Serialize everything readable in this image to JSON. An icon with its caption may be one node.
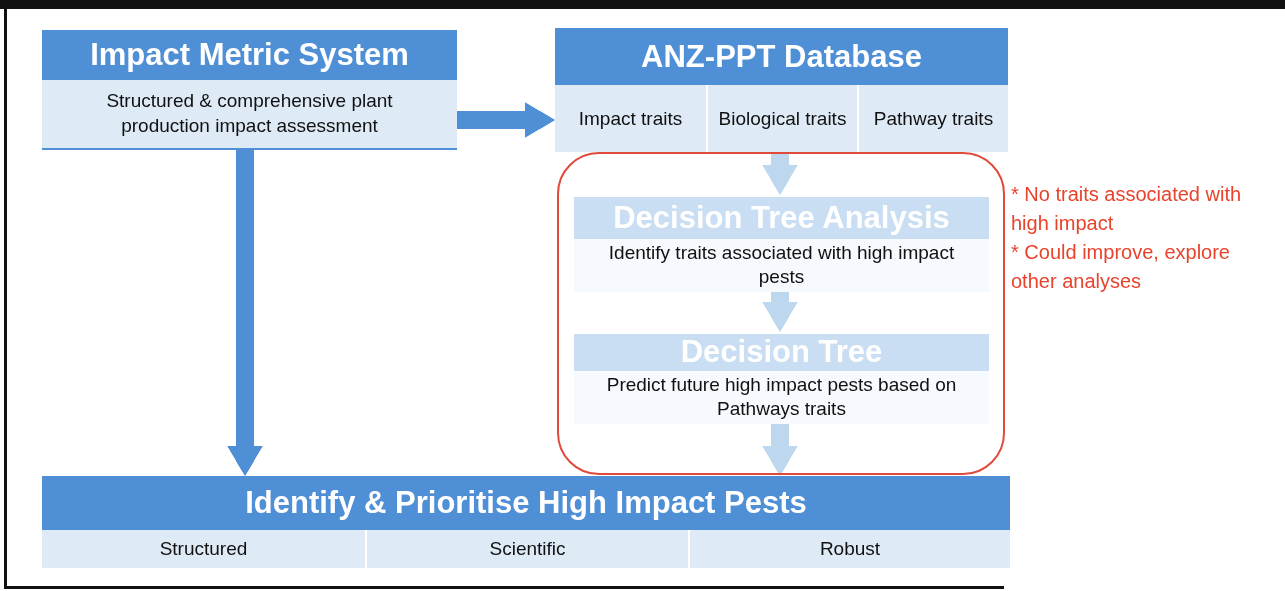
{
  "diagram": {
    "nodes": [
      {
        "text": [
          "Impact Metric System",
          "Structured & comprehensive plant production impact assessment"
        ]
      },
      {
        "text": [
          "ANZ-PPT Database"
        ]
      },
      {
        "text": [
          "Impact traits"
        ],
        "in": 1
      },
      {
        "text": [
          "Biological traits"
        ],
        "in": 1
      },
      {
        "text": [
          "Pathway traits"
        ],
        "in": 1
      },
      {
        "text": [],
        "shape": "box",
        "beside": [
          "* No traits associated with high impact",
          "* Could improve, explore other analyses"
        ]
      },
      {
        "text": [
          "Decision Tree Analysis",
          "Identify traits associated with high impact pests"
        ],
        "in": 5
      },
      {
        "text": [
          "Decision Tree",
          "Predict future high impact pests based on Pathways traits"
        ],
        "in": 5
      },
      {
        "text": [
          "Identify & Prioritise High Impact Pests"
        ]
      },
      {
        "text": [
          "Structured"
        ],
        "in": 8
      },
      {
        "text": [
          "Scientific"
        ],
        "in": 8
      },
      {
        "text": [
          "Robust"
        ],
        "in": 8
      }
    ],
    "edges": [
      {
        "from": 0,
        "to": 1,
        "arrow": "to",
        "color": "#4f8fd6"
      },
      {
        "from": 0,
        "to": 8,
        "arrow": "to",
        "color": "#4f8fd6"
      },
      {
        "from": 1,
        "to": 6,
        "arrow": "to"
      },
      {
        "from": 6,
        "to": 7,
        "arrow": "to"
      },
      {
        "from": 7,
        "to": 8,
        "arrow": "to"
      }
    ]
  }
}
